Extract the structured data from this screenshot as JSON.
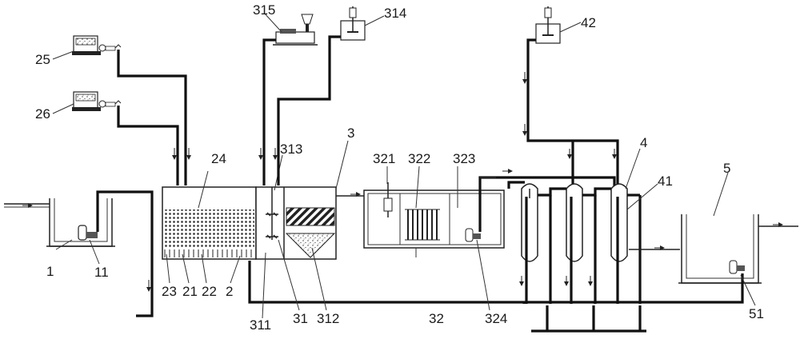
{
  "labels": {
    "l1": "1",
    "l11": "11",
    "l2": "2",
    "l21": "21",
    "l22": "22",
    "l23": "23",
    "l24": "24",
    "l25": "25",
    "l26": "26",
    "l3": "3",
    "l31": "31",
    "l311": "311",
    "l312": "312",
    "l313": "313",
    "l314": "314",
    "l315": "315",
    "l32": "32",
    "l321": "321",
    "l322": "322",
    "l323": "323",
    "l324": "324",
    "l4": "4",
    "l41": "41",
    "l42": "42",
    "l5": "5",
    "l51": "51"
  }
}
